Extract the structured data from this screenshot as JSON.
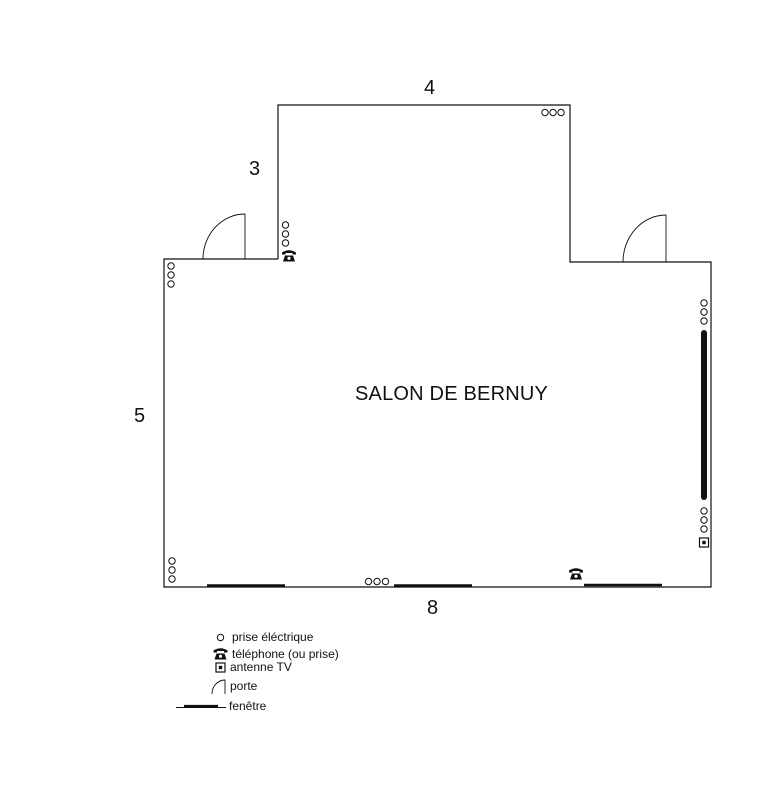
{
  "room": {
    "name": "SALON DE BERNUY"
  },
  "dimensions": {
    "top": "4",
    "step": "3",
    "left": "5",
    "bottom": "8"
  },
  "legend": {
    "outlet": {
      "label": "prise éléctrique",
      "icon": "outlet-icon"
    },
    "phone": {
      "label": "téléphone (ou prise)",
      "icon": "telephone-icon"
    },
    "tv": {
      "label": "antenne TV",
      "icon": "tv-antenna-icon"
    },
    "door": {
      "label": "porte",
      "icon": "door-icon"
    },
    "window": {
      "label": "fenêtre",
      "icon": "window-icon"
    }
  },
  "colors": {
    "line": "#111111",
    "background": "#ffffff"
  }
}
